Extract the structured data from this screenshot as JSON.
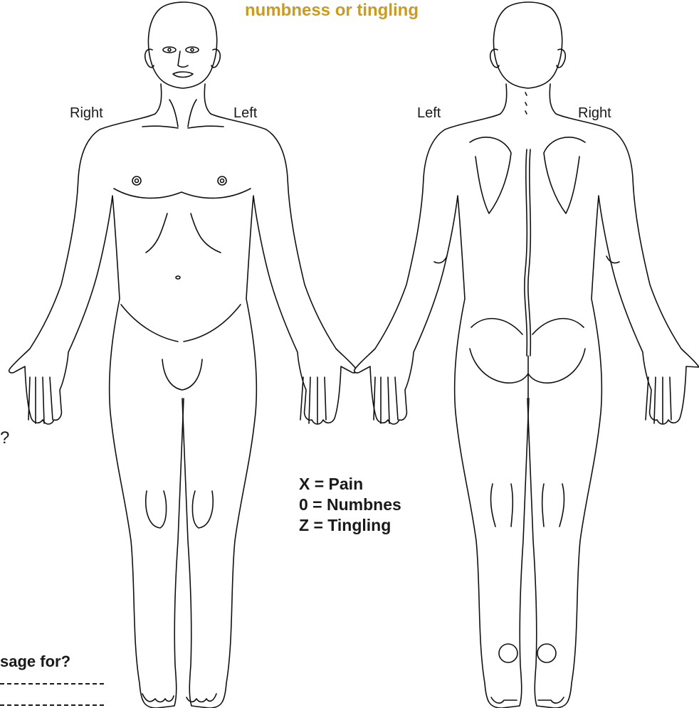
{
  "header": {
    "title_fragment": "numbness or tingling",
    "accent_color": "#c99b1f"
  },
  "front_view": {
    "label_left": "Right",
    "label_right": "Left"
  },
  "back_view": {
    "label_left": "Left",
    "label_right": "Right"
  },
  "legend": {
    "items": [
      {
        "symbol": "X",
        "meaning": "Pain",
        "text": "X = Pain"
      },
      {
        "symbol": "0",
        "meaning": "Numbnes",
        "text": "0 = Numbnes"
      },
      {
        "symbol": "Z",
        "meaning": "Tingling",
        "text": "Z = Tingling"
      }
    ]
  },
  "partial_text": {
    "question_mark": "?",
    "question": "sage for?"
  },
  "icons": [
    "front-body-figure",
    "back-body-figure"
  ]
}
